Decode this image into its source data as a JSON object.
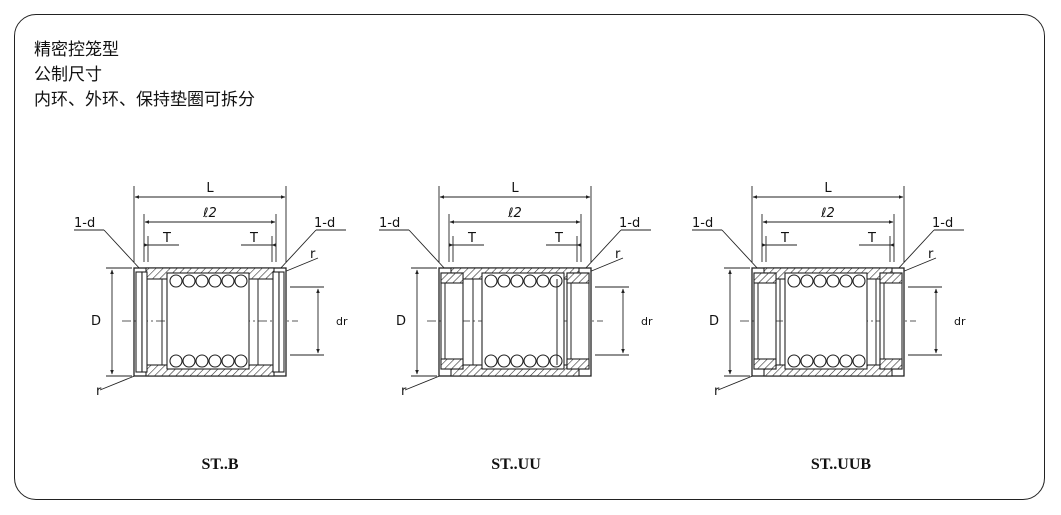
{
  "notes": {
    "line1": "精密控笼型",
    "line2": "公制尺寸",
    "line3": "内环、外环、保持垫圈可拆分"
  },
  "dimension_labels": {
    "L": "L",
    "l2": "ℓ2",
    "T": "T",
    "d": "1-d",
    "r": "r",
    "D": "D",
    "dr": "dr"
  },
  "drawings": [
    {
      "id": "st-b",
      "caption": "ST..B"
    },
    {
      "id": "st-uu",
      "caption": "ST..UU"
    },
    {
      "id": "st-uub",
      "caption": "ST..UUB"
    }
  ]
}
